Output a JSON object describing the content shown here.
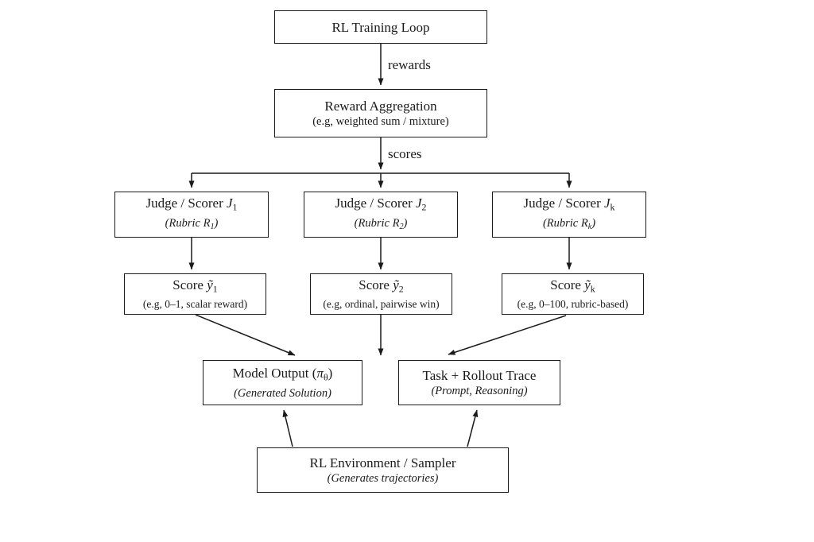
{
  "diagram": {
    "colors": {
      "background": "#ffffff",
      "line": "#1b1b1b",
      "box_fill": "#ffffff"
    },
    "edge_labels": {
      "rewards": "rewards",
      "scores": "scores"
    },
    "boxes": {
      "rl_training_loop": {
        "title": [
          {
            "t": "RL Training Loop"
          }
        ]
      },
      "reward_aggregation": {
        "title": [
          {
            "t": "Reward Aggregation"
          }
        ],
        "subtitle": [
          {
            "t": "(e.g, weighted sum / mixture)"
          }
        ]
      },
      "judge_1": {
        "title": [
          {
            "t": "Judge / Scorer "
          },
          {
            "t": "J",
            "i": true
          },
          {
            "t": "1",
            "sub": true
          }
        ],
        "subtitle": [
          {
            "t": "(Rubric R",
            "i": true
          },
          {
            "t": "1",
            "i": true,
            "sub": true
          },
          {
            "t": ")",
            "i": true
          }
        ]
      },
      "judge_2": {
        "title": [
          {
            "t": "Judge / Scorer "
          },
          {
            "t": "J",
            "i": true
          },
          {
            "t": "2",
            "sub": true
          }
        ],
        "subtitle": [
          {
            "t": "(Rubric R",
            "i": true
          },
          {
            "t": "2",
            "i": true,
            "sub": true
          },
          {
            "t": ")",
            "i": true
          }
        ]
      },
      "judge_k": {
        "title": [
          {
            "t": "Judge / Scorer "
          },
          {
            "t": "J",
            "i": true
          },
          {
            "t": "k",
            "sub": true
          }
        ],
        "subtitle": [
          {
            "t": "(Rubric R",
            "i": true
          },
          {
            "t": "k",
            "i": true,
            "sub": true
          },
          {
            "t": ")",
            "i": true
          }
        ]
      },
      "score_1": {
        "title": [
          {
            "t": "Score "
          },
          {
            "t": "ỹ",
            "i": true
          },
          {
            "t": "1",
            "sub": true
          }
        ],
        "subtitle": [
          {
            "t": "(e.g, 0–1, scalar reward)"
          }
        ]
      },
      "score_2": {
        "title": [
          {
            "t": "Score "
          },
          {
            "t": "ỹ",
            "i": true
          },
          {
            "t": "2",
            "sub": true
          }
        ],
        "subtitle": [
          {
            "t": "(e.g, ordinal, pairwise win)"
          }
        ]
      },
      "score_k": {
        "title": [
          {
            "t": "Score "
          },
          {
            "t": "ỹ",
            "i": true
          },
          {
            "t": "k",
            "sub": true
          }
        ],
        "subtitle": [
          {
            "t": "(e.g, 0–100, rubric-based)"
          }
        ]
      },
      "model_output": {
        "title": [
          {
            "t": "Model Output ("
          },
          {
            "t": "π",
            "i": true
          },
          {
            "t": "θ",
            "sub": true
          },
          {
            "t": ")"
          }
        ],
        "subtitle": [
          {
            "t": "(Generated Solution)",
            "i": true
          }
        ]
      },
      "task_trace": {
        "title": [
          {
            "t": "Task + Rollout Trace"
          }
        ],
        "subtitle": [
          {
            "t": "(Prompt, Reasoning)",
            "i": true
          }
        ]
      },
      "rl_environment": {
        "title": [
          {
            "t": "RL Environment / Sampler"
          }
        ],
        "subtitle": [
          {
            "t": "(Generates trajectories)",
            "i": true
          }
        ]
      }
    }
  }
}
